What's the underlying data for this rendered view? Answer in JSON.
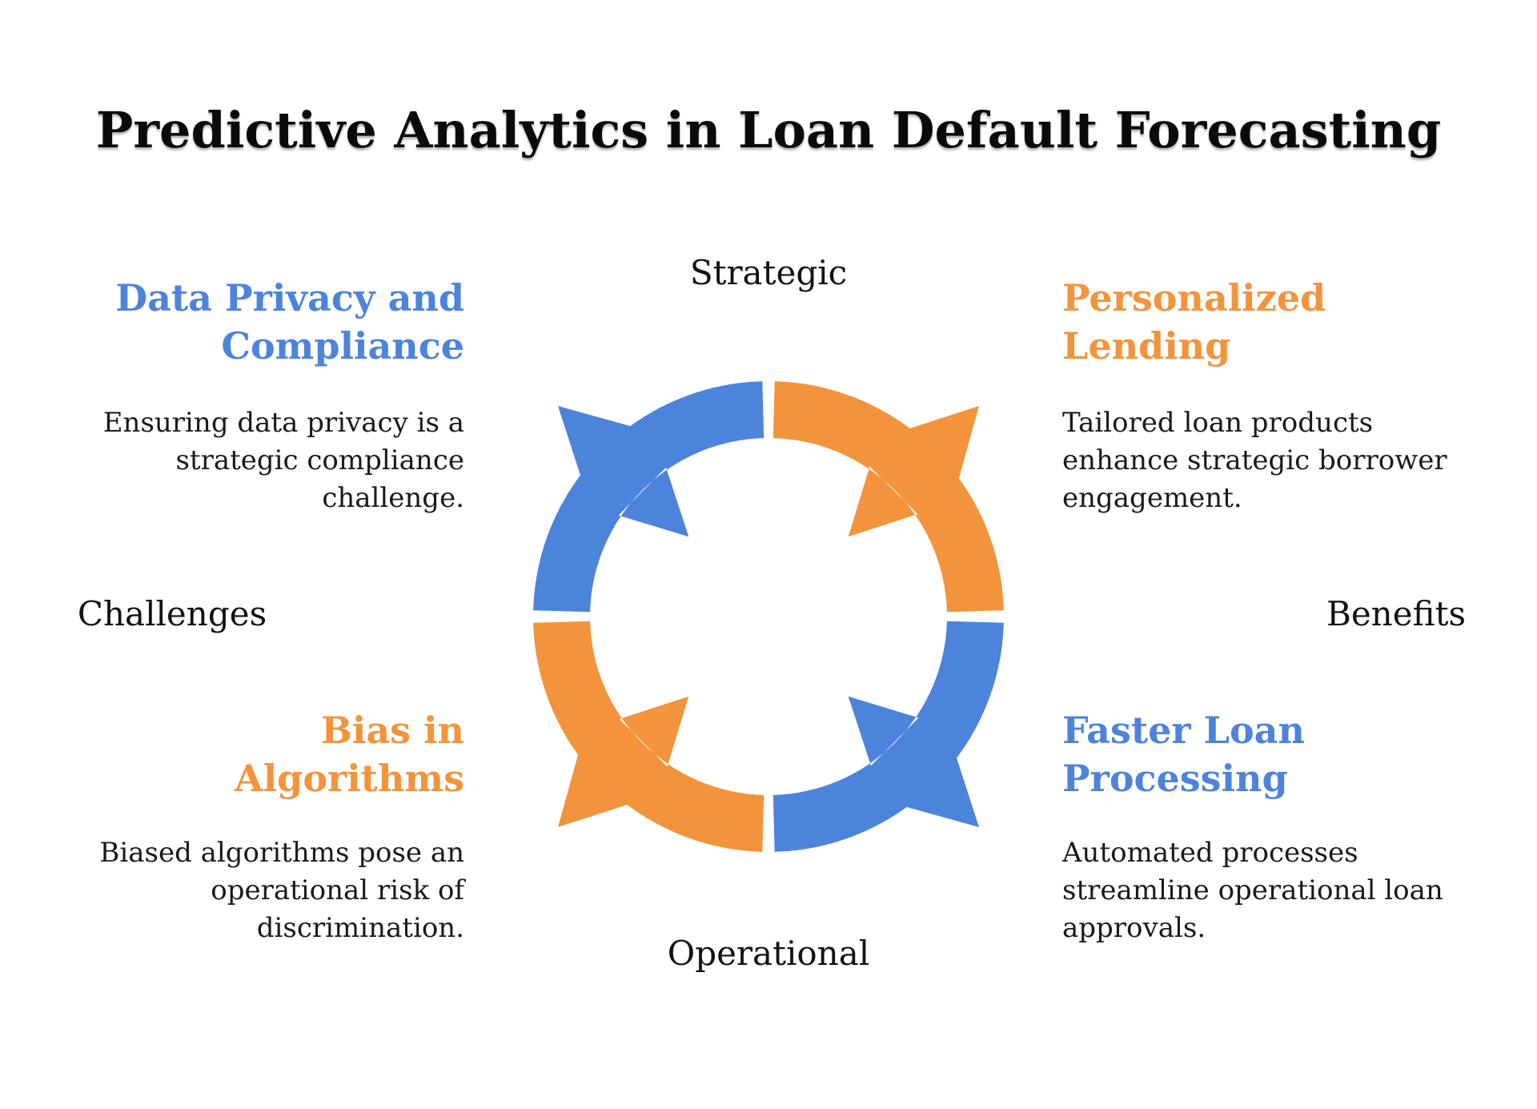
{
  "title": "Predictive Analytics in Loan Default Forecasting",
  "diagram": {
    "type": "cycle",
    "flow": "clockwise",
    "colors": {
      "blue": "#4C84DB",
      "orange": "#F3943C"
    },
    "axis_labels": {
      "top": "Strategic",
      "right": "Benefits",
      "bottom": "Operational",
      "left": "Challenges"
    },
    "segments": [
      {
        "position": "top-left",
        "color": "blue"
      },
      {
        "position": "top-right",
        "color": "orange"
      },
      {
        "position": "bottom-right",
        "color": "blue"
      },
      {
        "position": "bottom-left",
        "color": "orange"
      }
    ]
  },
  "quadrants": [
    {
      "position": "top-left",
      "color": "blue",
      "heading": "Data Privacy and Compliance",
      "body": "Ensuring data privacy is a strategic compliance challenge."
    },
    {
      "position": "top-right",
      "color": "orange",
      "heading": "Personalized Lending",
      "body": "Tailored loan products enhance strategic borrower engagement."
    },
    {
      "position": "bottom-left",
      "color": "orange",
      "heading": "Bias in Algorithms",
      "body": "Biased algorithms pose an operational risk of discrimination."
    },
    {
      "position": "bottom-right",
      "color": "blue",
      "heading": "Faster Loan Processing",
      "body": "Automated processes streamline operational loan approvals."
    }
  ]
}
